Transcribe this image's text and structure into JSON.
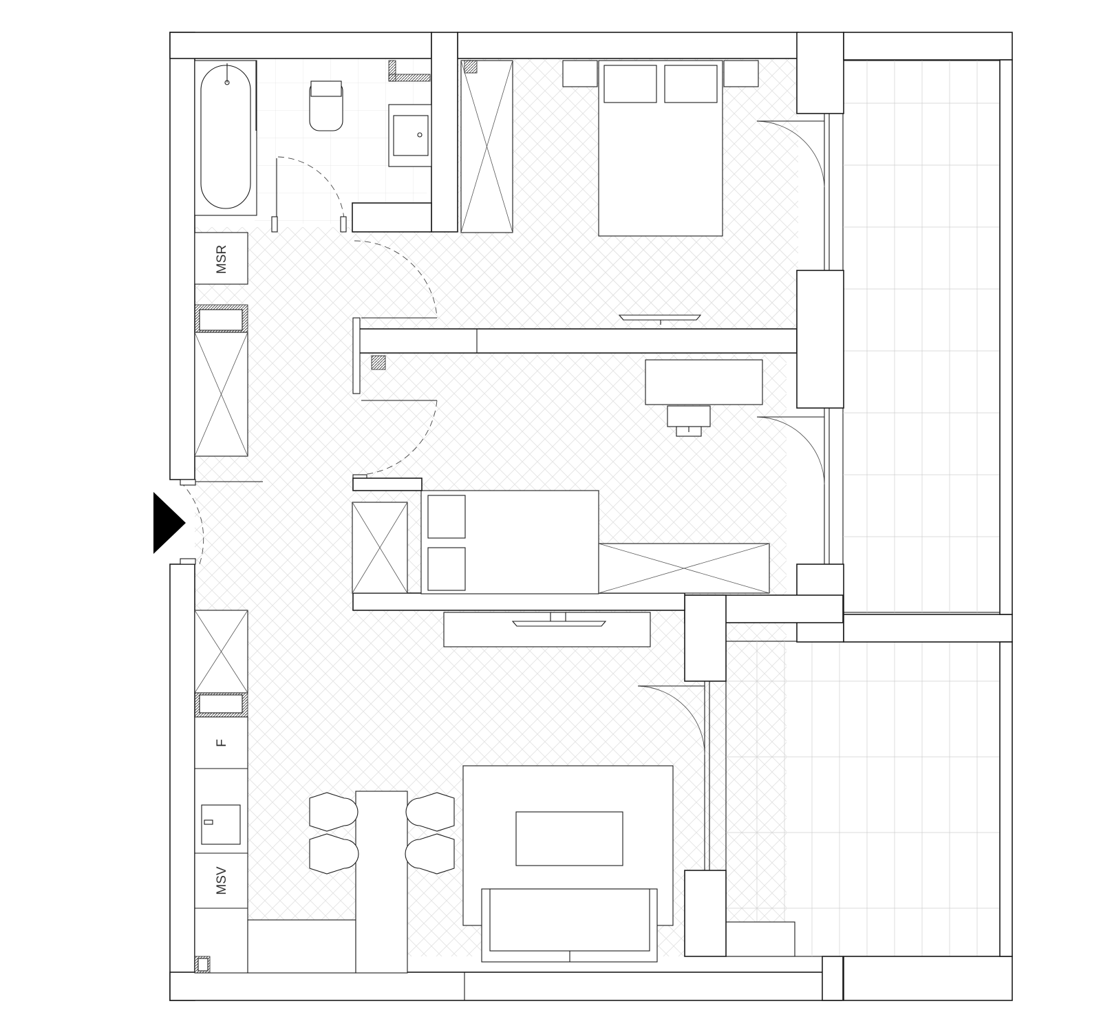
{
  "labels": {
    "msr": "MSR",
    "fridge": "F",
    "msv": "MSV"
  },
  "colors": {
    "ink": "#1a1a1a",
    "floor_pattern": "#dcdcdc",
    "balcony_tiles": "#cfcfcf",
    "entrance_marker": "#000000"
  }
}
